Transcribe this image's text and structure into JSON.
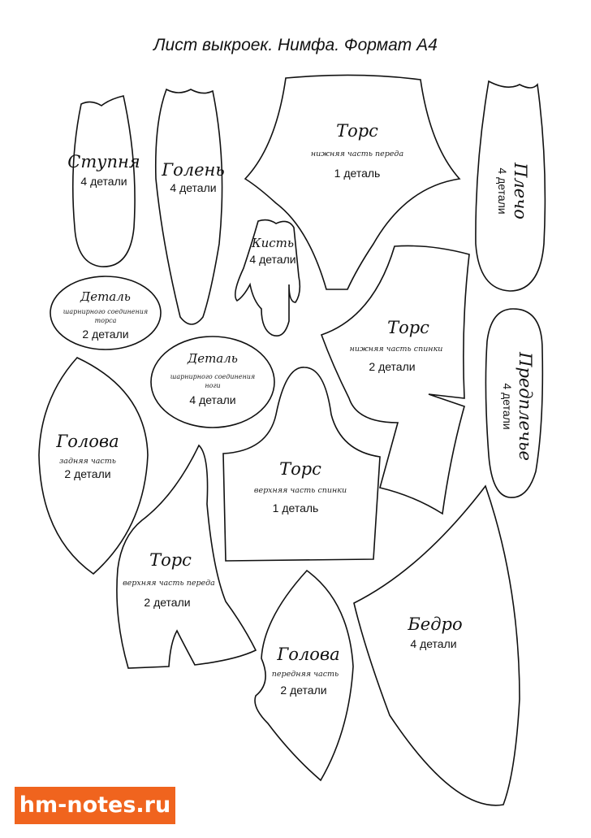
{
  "title": "Лист выкроек. Нимфа. Формат А4",
  "watermark": "hm-notes.ru",
  "pieces": {
    "foot": {
      "name": "Ступня",
      "count": "4 детали"
    },
    "shin": {
      "name": "Голень",
      "count": "4 детали"
    },
    "torso_front_lower": {
      "name": "Торс",
      "sub": "нижняя часть переда",
      "count": "1 деталь"
    },
    "shoulder": {
      "name": "Плечо",
      "count": "4 детали"
    },
    "hand": {
      "name": "Кисть",
      "count": "4 детали"
    },
    "joint_torso": {
      "name": "Деталь",
      "sub": "шарнирного соединения",
      "sub2": "торса",
      "count": "2 детали"
    },
    "joint_leg": {
      "name": "Деталь",
      "sub": "шарнирного соединения",
      "sub2": "ноги",
      "count": "4 детали"
    },
    "torso_back_lower": {
      "name": "Торс",
      "sub": "нижняя часть спинки",
      "count": "2 детали"
    },
    "forearm": {
      "name": "Предплечье",
      "count": "4 детали"
    },
    "head_back": {
      "name": "Голова",
      "sub": "задняя часть",
      "count": "2 детали"
    },
    "torso_back_upper": {
      "name": "Торс",
      "sub": "верхняя часть спинки",
      "count": "1 деталь"
    },
    "torso_front_upper": {
      "name": "Торс",
      "sub": "верхняя часть переда",
      "count": "2 детали"
    },
    "thigh": {
      "name": "Бедро",
      "count": "4 детали"
    },
    "head_front": {
      "name": "Голова",
      "sub": "передняя часть",
      "count": "2 детали"
    }
  }
}
